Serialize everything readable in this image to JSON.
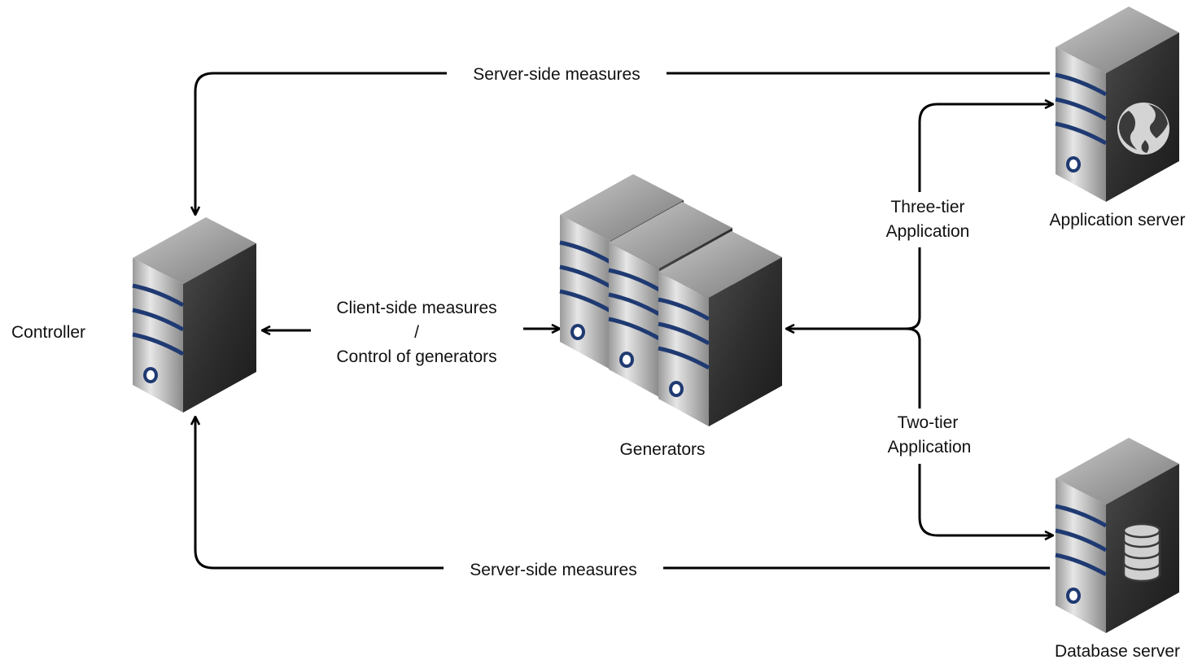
{
  "nodes": {
    "controller": {
      "label": "Controller"
    },
    "generators": {
      "label": "Generators"
    },
    "app_server": {
      "label": "Application server",
      "icon": "globe-icon"
    },
    "db_server": {
      "label": "Database server",
      "icon": "database-icon"
    }
  },
  "edges": {
    "top_server_side": {
      "label": "Server-side measures"
    },
    "bottom_server_side": {
      "label": "Server-side measures"
    },
    "client_side": {
      "line1": "Client-side measures",
      "line2": "/",
      "line3": "Control of generators"
    },
    "three_tier": {
      "line1": "Three-tier",
      "line2": "Application"
    },
    "two_tier": {
      "line1": "Two-tier",
      "line2": "Application"
    }
  },
  "colors": {
    "stripe": "#1f3a72",
    "line": "#000000",
    "background": "#ffffff"
  }
}
